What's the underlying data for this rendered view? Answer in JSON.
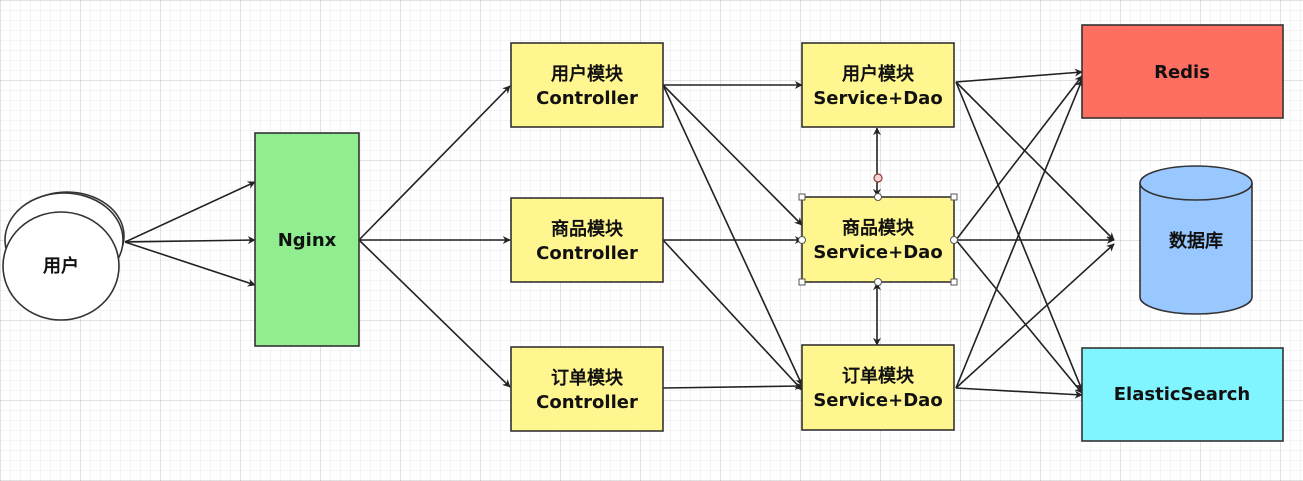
{
  "nodes": {
    "user": {
      "label": "用户"
    },
    "nginx": {
      "label": "Nginx"
    },
    "user_controller": {
      "line1": "用户模块",
      "line2": "Controller"
    },
    "product_controller": {
      "line1": "商品模块",
      "line2": "Controller"
    },
    "order_controller": {
      "line1": "订单模块",
      "line2": "Controller"
    },
    "user_service": {
      "line1": "用户模块",
      "line2": "Service+Dao"
    },
    "product_service": {
      "line1": "商品模块",
      "line2": "Service+Dao"
    },
    "order_service": {
      "line1": "订单模块",
      "line2": "Service+Dao"
    },
    "redis": {
      "label": "Redis"
    },
    "database": {
      "label": "数据库"
    },
    "elasticsearch": {
      "label": "ElasticSearch"
    }
  },
  "colors": {
    "nginx": "#90ee90",
    "module": "#fff68f",
    "redis": "#ff6f61",
    "database": "#99c7ff",
    "elasticsearch": "#80f4ff",
    "user": "#ffffff"
  }
}
